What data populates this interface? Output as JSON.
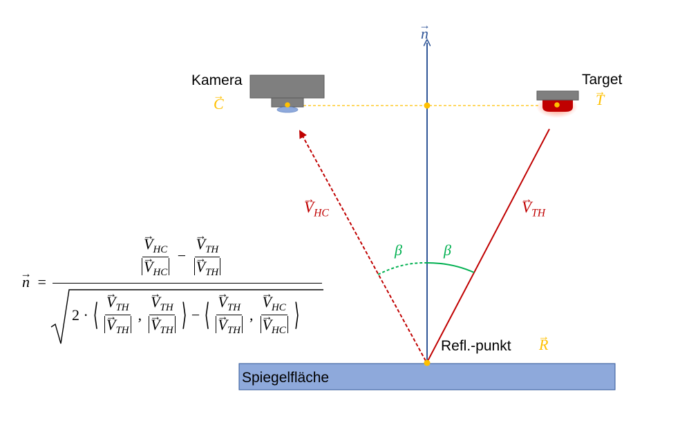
{
  "labels": {
    "normal_vector": "n",
    "camera": "Kamera",
    "camera_vector": "C",
    "target": "Target",
    "target_vector": "T",
    "v_hc_main": "V",
    "v_hc_sub": "HC",
    "v_th_main": "V",
    "v_th_sub": "TH",
    "beta_left": "β",
    "beta_right": "β",
    "reflection_point": "Refl.-punkt",
    "reflection_vector": "R",
    "mirror_surface": "Spiegelfläche"
  },
  "formula": {
    "lhs": "n",
    "equals": "=",
    "v": "V",
    "hc": "HC",
    "th": "TH",
    "minus": "−",
    "two_dot": "2 ·",
    "comma": ","
  },
  "colors": {
    "normal_axis": "#2F5597",
    "vector_red": "#C00000",
    "angle_green": "#00B050",
    "point_orange": "#FFC000",
    "dashed_line": "#FFC000",
    "mirror_fill": "#8EA9DB",
    "mirror_stroke": "#2F5597",
    "device_gray": "#7F7F7F",
    "label_orange": "#FFC000"
  }
}
